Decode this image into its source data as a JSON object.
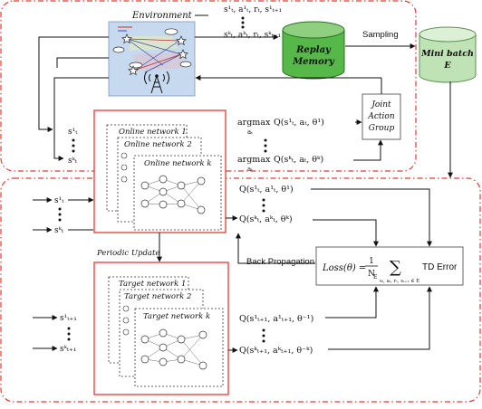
{
  "environment": {
    "label": "Environment"
  },
  "env_transitions": {
    "row1": "s¹ₜ, a¹ₜ, rₜ, s¹ₜ₊₁",
    "row2": "sᵏₜ, aᵏₜ, rₜ, sᵏₜ₊₁"
  },
  "replay_memory": {
    "line1": "Replay",
    "line2": "Memory"
  },
  "sampling": {
    "label": "Sampling"
  },
  "mini_batch": {
    "line1": "Mini batch",
    "line2": "E"
  },
  "joint_action": {
    "line1": "Joint",
    "line2": "Action",
    "line3": "Group"
  },
  "argmax": {
    "row1_op": "argmax",
    "row1_sub": "aₜ",
    "row1_expr": "Q(s¹ₜ, aₜ, θ¹)",
    "row2_op": "argmax",
    "row2_sub": "aₜ",
    "row2_expr": "Q(sᵏₜ, aₜ, θᵏ)"
  },
  "online_inputs": {
    "top": "s¹ₜ",
    "bottom": "sᵏₜ"
  },
  "online_inputs_lower": {
    "top": "s¹ₜ",
    "bottom": "sᵏₜ"
  },
  "online_networks": {
    "net1": "Online network 1",
    "net2": "Online network 2",
    "netk": "Online network k"
  },
  "periodic_update": {
    "label": "Periodic Update"
  },
  "target_networks": {
    "net1": "Target network 1",
    "net2": "Target network 2",
    "netk": "Target network k"
  },
  "target_inputs": {
    "top": "s¹ₜ₊₁",
    "bottom": "sᵏₜ₊₁"
  },
  "q_online": {
    "row1": "Q(s¹ₜ, a¹ₜ, θ¹)",
    "rowk": "Q(sᵏₜ, aᵏₜ, θᵏ)"
  },
  "q_target": {
    "row1": "Q(s¹ₜ₊₁, a¹ₜ₊₁, θ⁻¹)",
    "rowk": "Q(sᵏₜ₊₁, aᵏₜ₊₁, θ⁻ᵏ)"
  },
  "back_propagation": {
    "label": "Back Propagation"
  },
  "loss": {
    "lhs": "Loss(θ) =",
    "num": "1",
    "den": "N",
    "den_sub": "E",
    "sum": "∑",
    "sum_sub": "sₜ, aₜ, rₜ, sₜ₊₁ ∈ E",
    "td": "TD Error"
  },
  "colors": {
    "region_border": "#e23a3a",
    "cylinder": "#57b84a",
    "cylinder_top": "#8ed07f",
    "minibatch": "#bfe3b4",
    "minibatch_top": "#dcf0d5",
    "network_box": "#e23a3a",
    "env_bg": "#c6d9ef"
  }
}
